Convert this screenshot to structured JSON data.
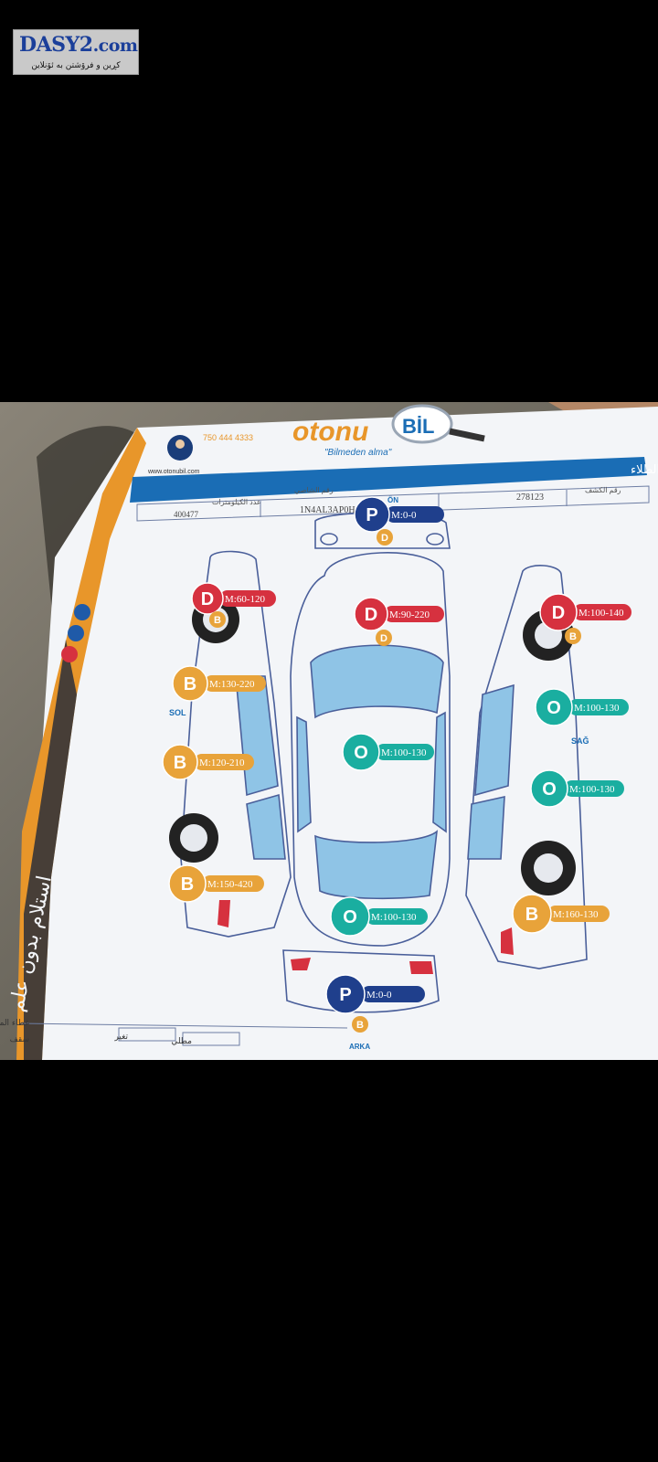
{
  "watermark": {
    "brand": "DASY2",
    "domain": ".com",
    "tagline": "کڕین و فرۆشتن بە ئۆنلاین"
  },
  "document": {
    "logo_main": "otonu",
    "logo_accent": "BİL",
    "logo_slogan": "\"Bilmeden alma\"",
    "website": "www.otonubil.com",
    "phone": "750 444 4333",
    "header_title": "بەڵگەنامەی ئشکنینی ئەیکەر و رەنط | وثیقة الكشف على الهیكل والطلاء",
    "vin_label": "رقم الشاصي",
    "vin": "1N4AL3AP0HC117442",
    "report_no_label": "رقم الكشف",
    "report_no": "278123",
    "km_label": "عدد الكيلومترات",
    "km": "400477",
    "side_left": "SOL",
    "side_right": "SAĞ",
    "front_tag": "ÖN",
    "arka_tag": "ARKA",
    "vertical_text": "استلام بدون علم",
    "footer_label_1": "غطاء المحرك",
    "footer_label_2": "تغير",
    "footer_label_3": "مطلي",
    "footer_label_4": "سقف"
  },
  "markers": [
    {
      "letter": "P",
      "reading": "M:0-0",
      "color": "#1f3f8c"
    },
    {
      "letter": "D",
      "reading": "M:60-120",
      "color": "#d6313f"
    },
    {
      "letter": "D",
      "reading": "M:90-220",
      "color": "#d6313f"
    },
    {
      "letter": "D",
      "reading": "M:100-140",
      "color": "#d6313f"
    },
    {
      "letter": "B",
      "reading": "M:130-220",
      "color": "#e8a33a"
    },
    {
      "letter": "O",
      "reading": "M:100-130",
      "color": "#1aaea0"
    },
    {
      "letter": "B",
      "reading": "M:120-210",
      "color": "#e8a33a"
    },
    {
      "letter": "O",
      "reading": "M:100-130",
      "color": "#1aaea0"
    },
    {
      "letter": "O",
      "reading": "M:100-130",
      "color": "#1aaea0"
    },
    {
      "letter": "B",
      "reading": "M:150-420",
      "color": "#e8a33a"
    },
    {
      "letter": "O",
      "reading": "M:100-130",
      "color": "#1aaea0"
    },
    {
      "letter": "B",
      "reading": "M:160-130",
      "color": "#e8a33a"
    },
    {
      "letter": "P",
      "reading": "M:0-0",
      "color": "#1f3f8c"
    }
  ],
  "colors": {
    "paper": "#f3f5f8",
    "header_blue": "#1a6db5",
    "orange": "#e8962a",
    "car_line": "#4a5f9a",
    "glass": "#8fc4e6"
  }
}
